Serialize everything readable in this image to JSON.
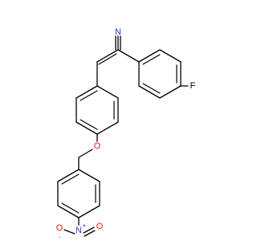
{
  "molecule": {
    "atoms": {
      "nitrile_n": {
        "symbol": "N",
        "color": "#1f3fd1"
      },
      "fluorine": {
        "symbol": "F",
        "color": "#000000"
      },
      "ether_o": {
        "symbol": "O",
        "color": "#e8200c"
      },
      "nitro_n": {
        "symbol": "N",
        "color": "#1f3fd1",
        "charge": "+"
      },
      "nitro_o_left": {
        "symbol": "O",
        "color": "#e8200c",
        "charge": "-"
      },
      "nitro_o_right": {
        "symbol": "O",
        "color": "#e8200c"
      }
    }
  }
}
